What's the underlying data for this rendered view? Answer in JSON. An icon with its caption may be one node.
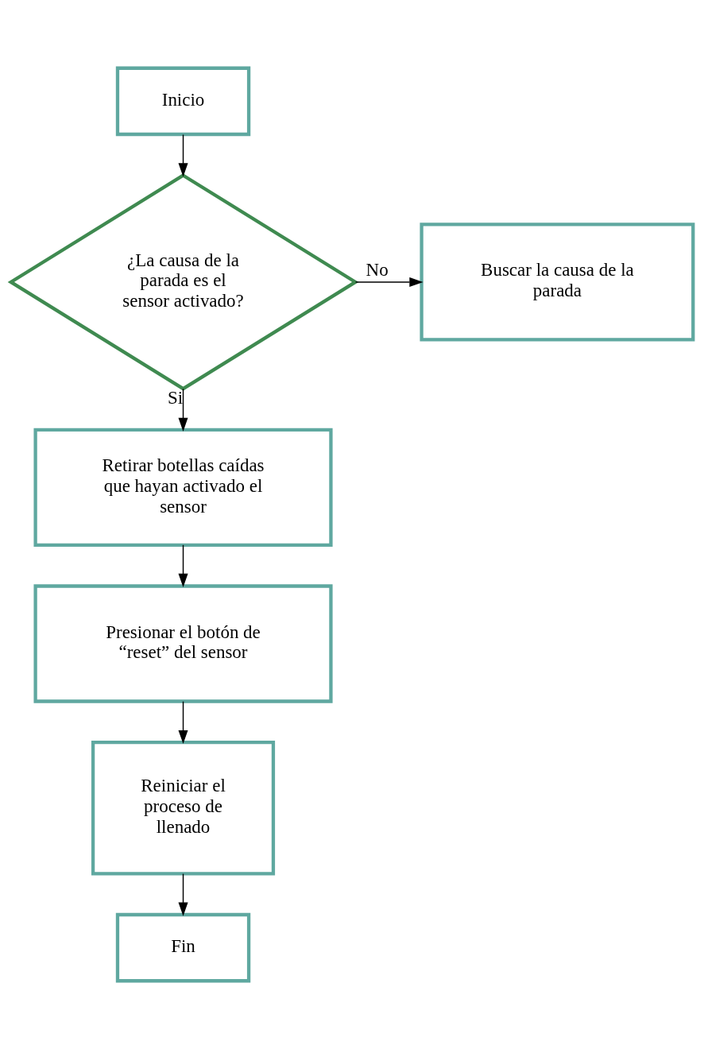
{
  "diagram": {
    "nodes": [
      {
        "text": [
          "Inicio"
        ]
      },
      {
        "text": [
          "¿La causa de la parada es el sensor activado?"
        ]
      },
      {
        "text": [
          "Buscar la causa de la parada"
        ]
      },
      {
        "text": [
          "Retirar botellas caídas que hayan activado el sensor"
        ]
      },
      {
        "text": [
          "Presionar el botón de “reset” del sensor"
        ]
      },
      {
        "text": [
          "Reiniciar el proceso de llenado"
        ]
      },
      {
        "text": [
          "Fin"
        ]
      }
    ],
    "edges": [
      {
        "from": 0,
        "to": 1,
        "arrow": "to"
      },
      {
        "from": 1,
        "to": 2,
        "arrow": "to",
        "label": "No"
      },
      {
        "from": 1,
        "to": 3,
        "arrow": "to",
        "label": "Si"
      },
      {
        "from": 3,
        "to": 4,
        "arrow": "to"
      },
      {
        "from": 4,
        "to": 5,
        "arrow": "to"
      },
      {
        "from": 5,
        "to": 6,
        "arrow": "to"
      }
    ]
  }
}
